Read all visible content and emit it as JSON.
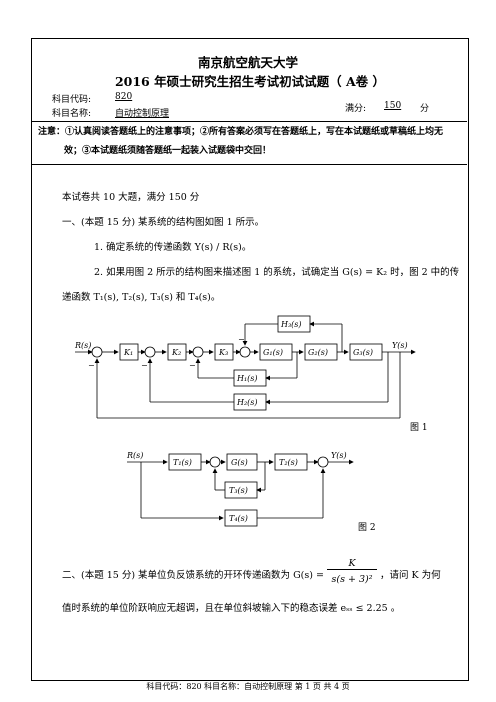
{
  "header": {
    "university": "南京航空航天大学",
    "exam_title": "2016 年硕士研究生招生考试初试试题（  A卷 ）",
    "subject_code_label": "科目代码:",
    "subject_code": "820",
    "subject_name_label": "科目名称:",
    "subject_name": "自动控制原理",
    "full_score_label": "满分:",
    "full_score": "150",
    "full_score_unit": "分"
  },
  "notice": {
    "line1": "注意：①认真阅读答题纸上的注意事项；②所有答案必须写在答题纸上，写在本试题纸或草稿纸上均无",
    "line2": "效；③本试题纸须随答题纸一起装入试题袋中交回！"
  },
  "intro": "本试卷共 10 大题，满分 150 分",
  "q1": {
    "title": "一、(本题 15 分)   某系统的结构图如图 1 所示。",
    "item1": "1. 确定系统的传递函数 Y(s) / R(s)。",
    "item2a": "2. 如果用图 2 所示的结构图来描述图 1 的系统，试确定当 G(s) = K₂ 时，图 2 中的传",
    "item2b": "递函数 T₁(s), T₂(s), T₃(s) 和 T₄(s)。"
  },
  "fig1": {
    "caption": "图 1",
    "labels": {
      "input": "R(s)",
      "output": "Y(s)",
      "k1": "K₁",
      "k2": "K₂",
      "k3": "K₃",
      "g1": "G₁(s)",
      "g2": "G₂(s)",
      "g3": "G₃(s)",
      "h1": "H₁(s)",
      "h2": "H₂(s)",
      "h3": "H₃(s)"
    }
  },
  "fig2": {
    "caption": "图 2",
    "labels": {
      "input": "R(s)",
      "output": "Y(s)",
      "t1": "T₁(s)",
      "g": "G(s)",
      "t2": "T₂(s)",
      "t3": "T₃(s)",
      "t4": "T₄(s)"
    }
  },
  "q2": {
    "line1a": "二、(本题 15 分)   某单位负反馈系统的开环传递函数为 G(s) =",
    "frac_num": "K",
    "frac_den": "s(s + 3)²",
    "line1b": "，请问 K 为何",
    "line2": "值时系统的单位阶跃响应无超调，且在单位斜坡输入下的稳态误差 eₛₛ ≤ 2.25 。"
  },
  "footer": "科目代码：820 科目名称：自动控制原理 第 1 页 共 4 页"
}
